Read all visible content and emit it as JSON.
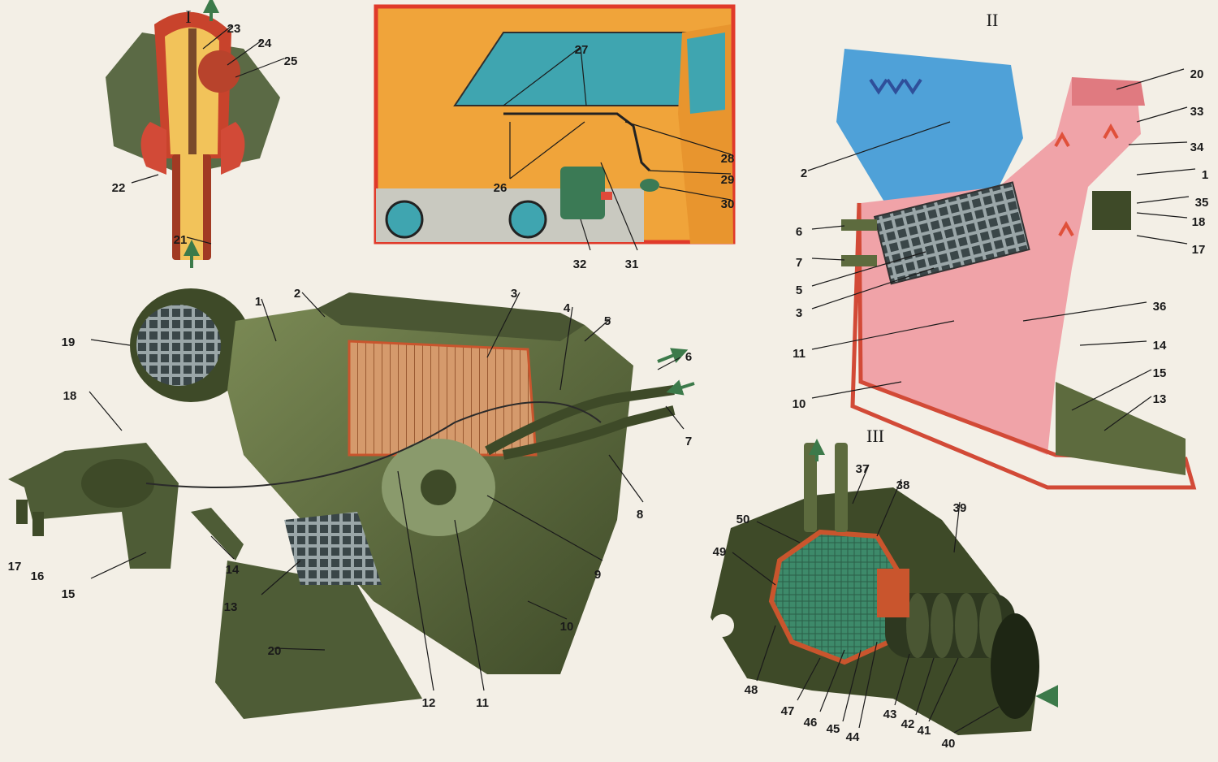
{
  "sections": [
    {
      "key": "s1",
      "numeral": "I"
    },
    {
      "key": "s2",
      "numeral": "II"
    },
    {
      "key": "s3",
      "numeral": "III"
    }
  ],
  "callouts": [
    {
      "n": "1"
    },
    {
      "n": "2"
    },
    {
      "n": "3"
    },
    {
      "n": "4"
    },
    {
      "n": "5"
    },
    {
      "n": "6"
    },
    {
      "n": "7"
    },
    {
      "n": "8"
    },
    {
      "n": "9"
    },
    {
      "n": "10"
    },
    {
      "n": "11"
    },
    {
      "n": "12"
    },
    {
      "n": "13"
    },
    {
      "n": "14"
    },
    {
      "n": "15"
    },
    {
      "n": "16"
    },
    {
      "n": "17"
    },
    {
      "n": "18"
    },
    {
      "n": "19"
    },
    {
      "n": "20"
    },
    {
      "n": "21"
    },
    {
      "n": "22"
    },
    {
      "n": "23"
    },
    {
      "n": "24"
    },
    {
      "n": "25"
    },
    {
      "n": "26"
    },
    {
      "n": "27"
    },
    {
      "n": "28"
    },
    {
      "n": "29"
    },
    {
      "n": "30"
    },
    {
      "n": "31"
    },
    {
      "n": "32"
    },
    {
      "n": "2"
    },
    {
      "n": "6"
    },
    {
      "n": "7"
    },
    {
      "n": "5"
    },
    {
      "n": "3"
    },
    {
      "n": "11"
    },
    {
      "n": "10"
    },
    {
      "n": "20"
    },
    {
      "n": "33"
    },
    {
      "n": "34"
    },
    {
      "n": "1"
    },
    {
      "n": "35"
    },
    {
      "n": "18"
    },
    {
      "n": "17"
    },
    {
      "n": "36"
    },
    {
      "n": "14"
    },
    {
      "n": "15"
    },
    {
      "n": "13"
    },
    {
      "n": "37"
    },
    {
      "n": "38"
    },
    {
      "n": "39"
    },
    {
      "n": "50"
    },
    {
      "n": "49"
    },
    {
      "n": "48"
    },
    {
      "n": "47"
    },
    {
      "n": "46"
    },
    {
      "n": "45"
    },
    {
      "n": "44"
    },
    {
      "n": "43"
    },
    {
      "n": "42"
    },
    {
      "n": "41"
    },
    {
      "n": "40"
    }
  ],
  "colors": {
    "paper": "#f3efe6",
    "housing": "#5d6b3e",
    "housing_dark": "#3e4a28",
    "copper": "#c9552d",
    "cold_air": "#4fa1d8",
    "warm_air": "#f0a3a8",
    "car_body": "#f0a43a",
    "windshield": "#3fa5b0",
    "frame_red": "#e03a2a",
    "arrow_green": "#3c7a4a",
    "arrow_blue": "#2f4f9a",
    "arrow_red": "#e0503a"
  }
}
